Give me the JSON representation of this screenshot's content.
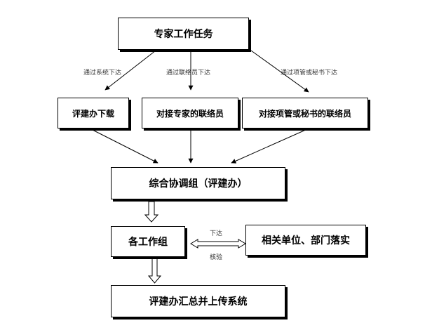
{
  "nodes": {
    "top_task": "专家工作任务",
    "eval_office_download": "评建办下载",
    "expert_liaison": "对接专家的联络员",
    "pm_secretary_liaison": "对接项管或秘书的联络员",
    "coordination_group": "综合协调组（评建办）",
    "working_groups": "各工作组",
    "related_units": "相关单位、部门落实",
    "summary_upload": "评建办汇总并上传系统"
  },
  "edges": {
    "via_system": "通过系统下达",
    "via_liaison": "通过联络员下达",
    "via_pm_secretary": "通过项管或秘书下达",
    "issue": "下达",
    "verify": "核验"
  }
}
